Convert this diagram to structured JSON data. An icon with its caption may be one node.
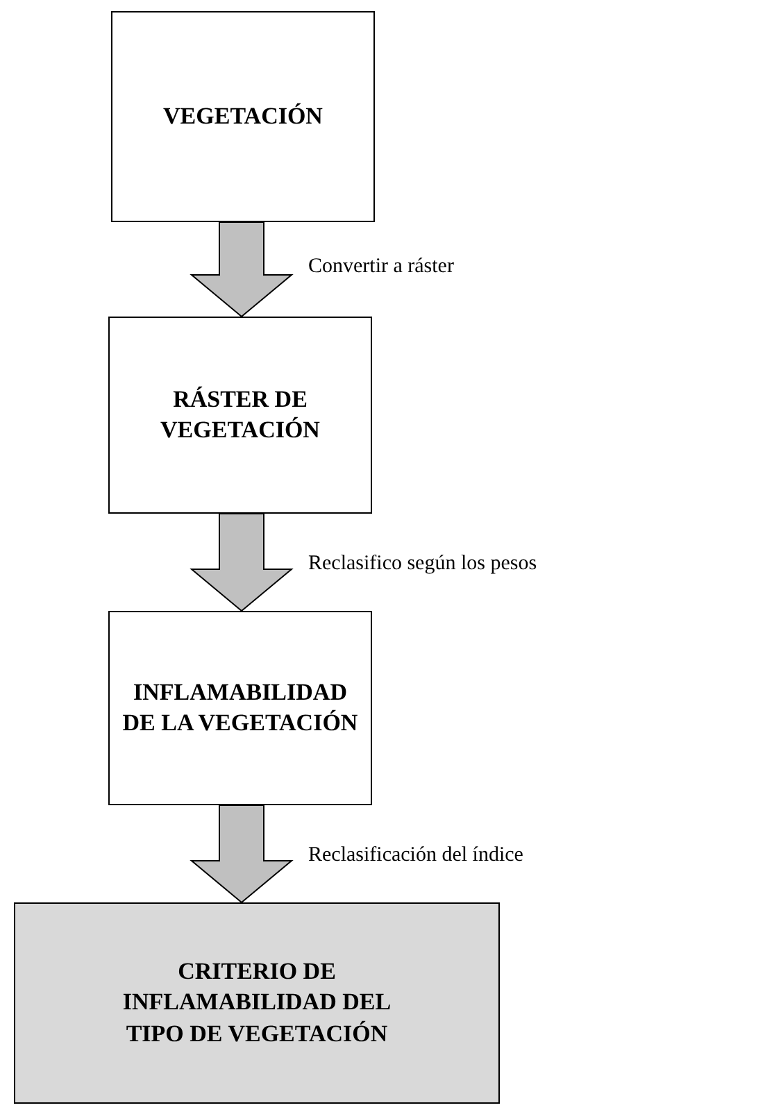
{
  "diagram": {
    "nodes": [
      {
        "text": [
          "VEGETACIÓN"
        ]
      },
      {
        "text": [
          "RÁSTER DE VEGETACIÓN"
        ]
      },
      {
        "text": [
          "INFLAMABILIDAD DE LA VEGETACIÓN"
        ]
      },
      {
        "text": [
          "CRITERIO DE INFLAMABILIDAD DEL TIPO DE VEGETACIÓN"
        ]
      }
    ],
    "edges": [
      {
        "from": 0,
        "to": 1,
        "arrow": "to",
        "label": "Convertir a ráster"
      },
      {
        "from": 1,
        "to": 2,
        "arrow": "to",
        "label": "Reclasifico según los pesos"
      },
      {
        "from": 2,
        "to": 3,
        "arrow": "to",
        "label": "Reclasificación del índice"
      }
    ]
  }
}
